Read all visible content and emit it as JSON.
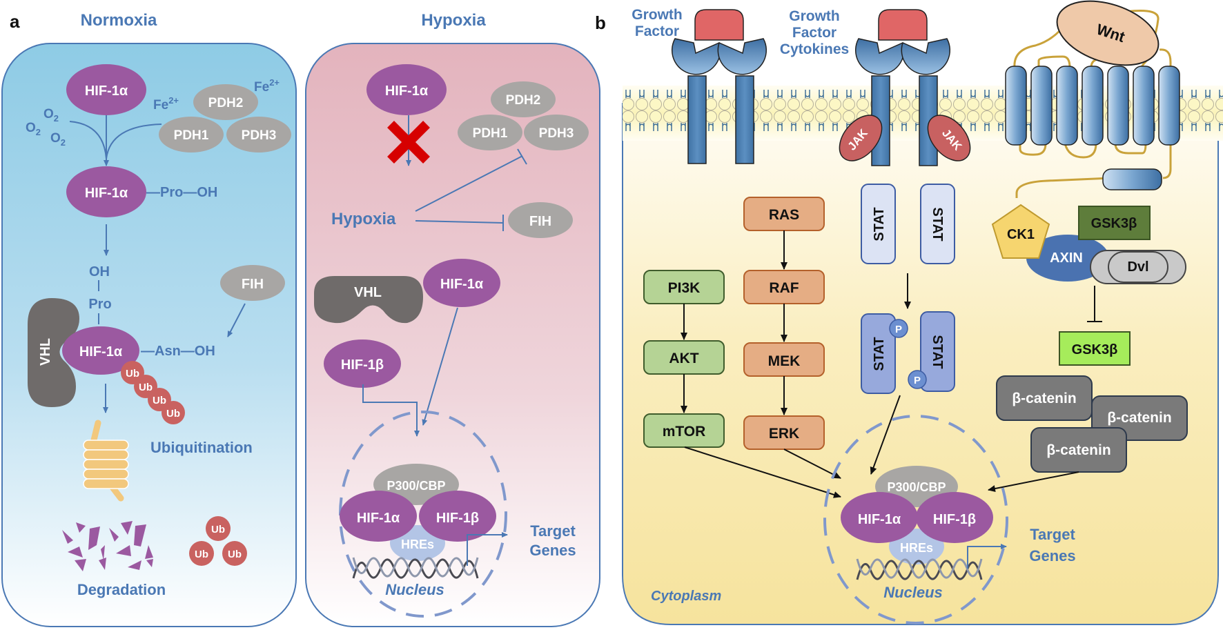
{
  "panel_a": {
    "label": "a",
    "normoxia": {
      "title": "Normoxia",
      "hif1a_top": "HIF-1α",
      "o2_labels": [
        "O2",
        "O2",
        "O2"
      ],
      "o2_sub": "2",
      "o2_base": "O",
      "fe_label_1": "Fe",
      "fe_label_2": "Fe",
      "fe_sup": "2+",
      "pdh1": "PDH1",
      "pdh2": "PDH2",
      "pdh3": "PDH3",
      "hif1a_mid": "HIF-1α",
      "pro_oh": "—Pro—OH",
      "oh": "OH",
      "pro": "Pro",
      "fih": "FIH",
      "vhl": "VHL",
      "hif1a_bottom": "HIF-1α",
      "asn_oh": "—Asn—OH",
      "ub": "Ub",
      "ubiquitination": "Ubiquitination",
      "degradation": "Degradation"
    },
    "hypoxia": {
      "title": "Hypoxia",
      "hif1a_top": "HIF-1α",
      "pdh1": "PDH1",
      "pdh2": "PDH2",
      "pdh3": "PDH3",
      "hypoxia_label": "Hypoxia",
      "fih": "FIH",
      "vhl": "VHL",
      "hif1a_free": "HIF-1α",
      "hif1b_free": "HIF-1β",
      "p300": "P300/CBP",
      "hif1a_complex": "HIF-1α",
      "hif1b_complex": "HIF-1β",
      "hres": "HREs",
      "target_genes_1": "Target",
      "target_genes_2": "Genes",
      "nucleus": "Nucleus"
    }
  },
  "panel_b": {
    "label": "b",
    "growth_factor": [
      "Growth",
      "Factor"
    ],
    "growth_factor_cytokines": [
      "Growth",
      "Factor",
      "Cytokines"
    ],
    "wnt": "Wnt",
    "jak": "JAK",
    "stat": "STAT",
    "p": "P",
    "ras_pathway": [
      "RAS",
      "RAF",
      "MEK",
      "ERK"
    ],
    "pi3k_pathway": [
      "PI3K",
      "AKT",
      "mTOR"
    ],
    "ck1": "CK1",
    "gsk3b": "GSK3β",
    "axin": "AXIN",
    "dvl": "Dvl",
    "gsk3b_free": "GSK3β",
    "beta_catenin": "β-catenin",
    "p300": "P300/CBP",
    "hif1a": "HIF-1α",
    "hif1b": "HIF-1β",
    "hres": "HREs",
    "target_genes_1": "Target",
    "target_genes_2": "Genes",
    "nucleus": "Nucleus",
    "cytoplasm": "Cytoplasm"
  },
  "colors": {
    "hif_purple": "#9b59a0",
    "pdh_gray": "#a8a6a4",
    "vhl_dark": "#6f6b6a",
    "ub_red": "#c96260",
    "text_blue": "#4a78b4",
    "normoxia_bg": "#8ecbe5",
    "hypoxia_bg": "#e3b3bd",
    "cytoplasm_bg": "#f6e39d",
    "ras_orange": "#e5ad84",
    "pi3k_green": "#b5d395",
    "stat_light": "#dce3f4",
    "stat_phos": "#97a9dc",
    "gsk3b_dark": "#5e7d3b",
    "gsk3b_light": "#a6ec5b",
    "catenin_gray": "#7a7a7a",
    "receptor_blue": "#4a7fb0",
    "ligand_red": "#e06666",
    "jak_red": "#c86161",
    "wnt_peach": "#efc9a9",
    "ck1_yellow": "#f6d56f",
    "axin_blue": "#4a72b0"
  }
}
